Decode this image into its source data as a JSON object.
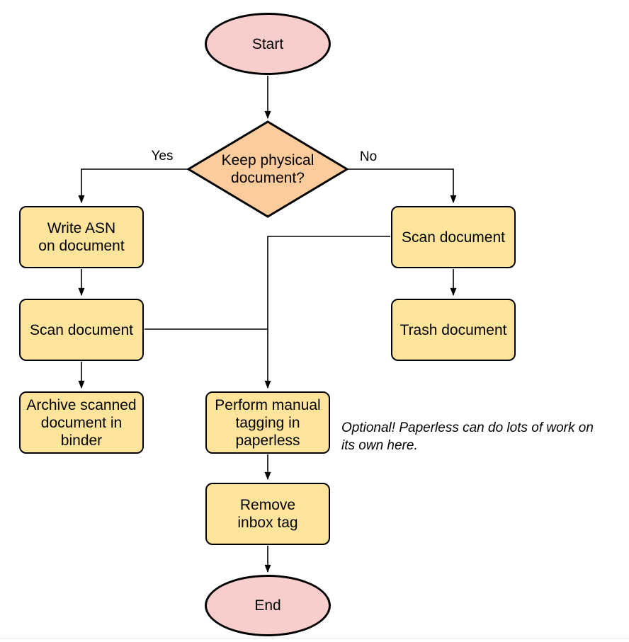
{
  "colors": {
    "terminal_fill": "#F8CECC",
    "decision_fill": "#FCCC9C",
    "process_fill": "#FFE59B",
    "stroke": "#000000"
  },
  "nodes": {
    "start": {
      "label": "Start"
    },
    "decision": {
      "label": "Keep physical\ndocument?"
    },
    "write_asn": {
      "label": "Write ASN\non document"
    },
    "scan_left": {
      "label": "Scan document"
    },
    "archive": {
      "label": "Archive scanned\ndocument in\nbinder"
    },
    "scan_right": {
      "label": "Scan document"
    },
    "trash": {
      "label": "Trash document"
    },
    "tagging": {
      "label": "Perform manual\ntagging in\npaperless"
    },
    "remove_inbox": {
      "label": "Remove\ninbox tag"
    },
    "end": {
      "label": "End"
    }
  },
  "edge_labels": {
    "yes": "Yes",
    "no": "No"
  },
  "note": {
    "text": "Optional! Paperless can do lots of work on\nits own here."
  }
}
